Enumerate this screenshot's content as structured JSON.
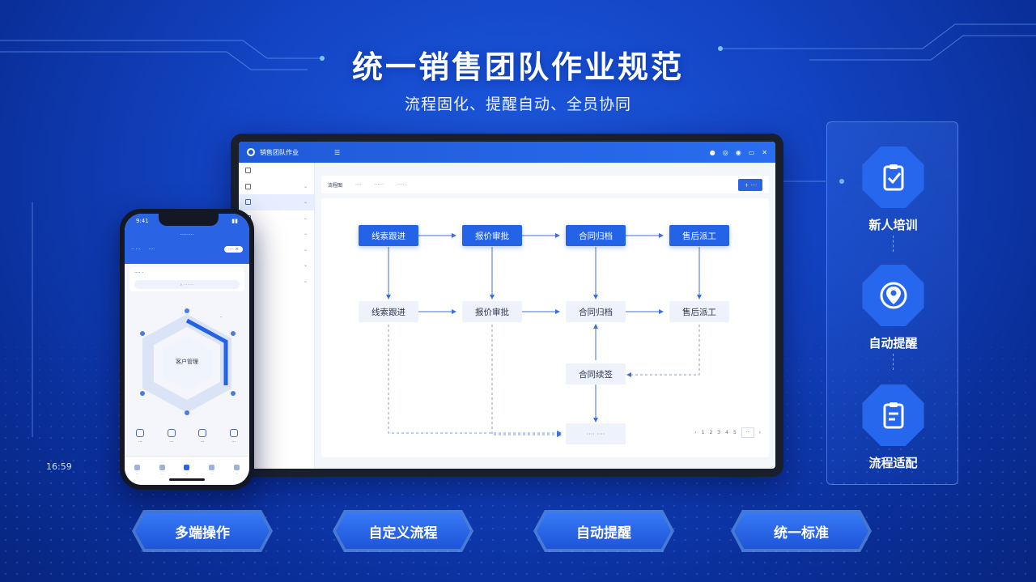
{
  "header": {
    "title": "统一销售团队作业规范",
    "subtitle": "流程固化、提醒自动、全员协同"
  },
  "tablet": {
    "app_title": "销售团队作业",
    "tabs": [
      "流程图"
    ],
    "action_button": "",
    "flow_top": [
      "线索跟进",
      "报价审批",
      "合同归档",
      "售后派工"
    ],
    "flow_mid": [
      "线索跟进",
      "报价审批",
      "合同归档",
      "售后派工"
    ],
    "flow_extra": "合同续签",
    "pager": [
      "1",
      "2",
      "3",
      "4",
      "5"
    ]
  },
  "phone": {
    "time": "9:41",
    "center_label": "客户管理"
  },
  "side_number": "16:59",
  "features": [
    {
      "label": "新人培训",
      "icon": "clipboard-check-icon"
    },
    {
      "label": "自动提醒",
      "icon": "location-pin-icon"
    },
    {
      "label": "流程适配",
      "icon": "document-list-icon"
    }
  ],
  "tags": [
    "多端操作",
    "自定义流程",
    "自动提醒",
    "统一标准"
  ],
  "colors": {
    "accent": "#2563e6",
    "background": "#1344c4"
  }
}
